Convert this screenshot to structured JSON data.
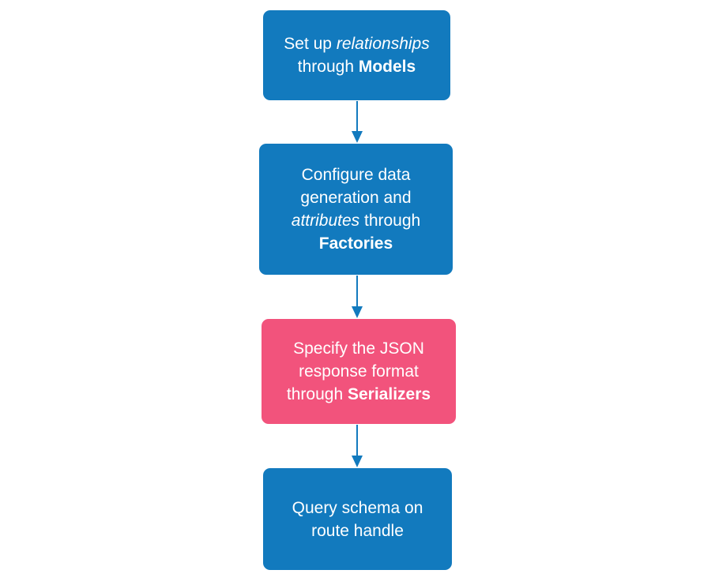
{
  "diagram": {
    "type": "flowchart",
    "direction": "top-down",
    "colors": {
      "blue": "#127abe",
      "pink": "#f2537c",
      "text": "#ffffff",
      "arrow": "#127abe",
      "background": "#ffffff"
    },
    "nodes": [
      {
        "id": "models",
        "fill": "#127abe",
        "segments": [
          {
            "text": "Set up "
          },
          {
            "text": "relationships",
            "italic": true
          },
          {
            "text": "\nthrough "
          },
          {
            "text": "Models",
            "bold": true
          }
        ]
      },
      {
        "id": "factories",
        "fill": "#127abe",
        "segments": [
          {
            "text": "Configure data\ngeneration and\n"
          },
          {
            "text": "attributes",
            "italic": true
          },
          {
            "text": " through\n"
          },
          {
            "text": "Factories",
            "bold": true
          }
        ]
      },
      {
        "id": "serializers",
        "fill": "#f2537c",
        "segments": [
          {
            "text": "Specify the JSON\nresponse format\nthrough "
          },
          {
            "text": "Serializers",
            "bold": true
          }
        ]
      },
      {
        "id": "route-handle",
        "fill": "#127abe",
        "segments": [
          {
            "text": "Query schema on\nroute handle"
          }
        ]
      }
    ],
    "connectors": [
      {
        "from": "models",
        "to": "factories"
      },
      {
        "from": "factories",
        "to": "serializers"
      },
      {
        "from": "serializers",
        "to": "route-handle"
      }
    ]
  }
}
